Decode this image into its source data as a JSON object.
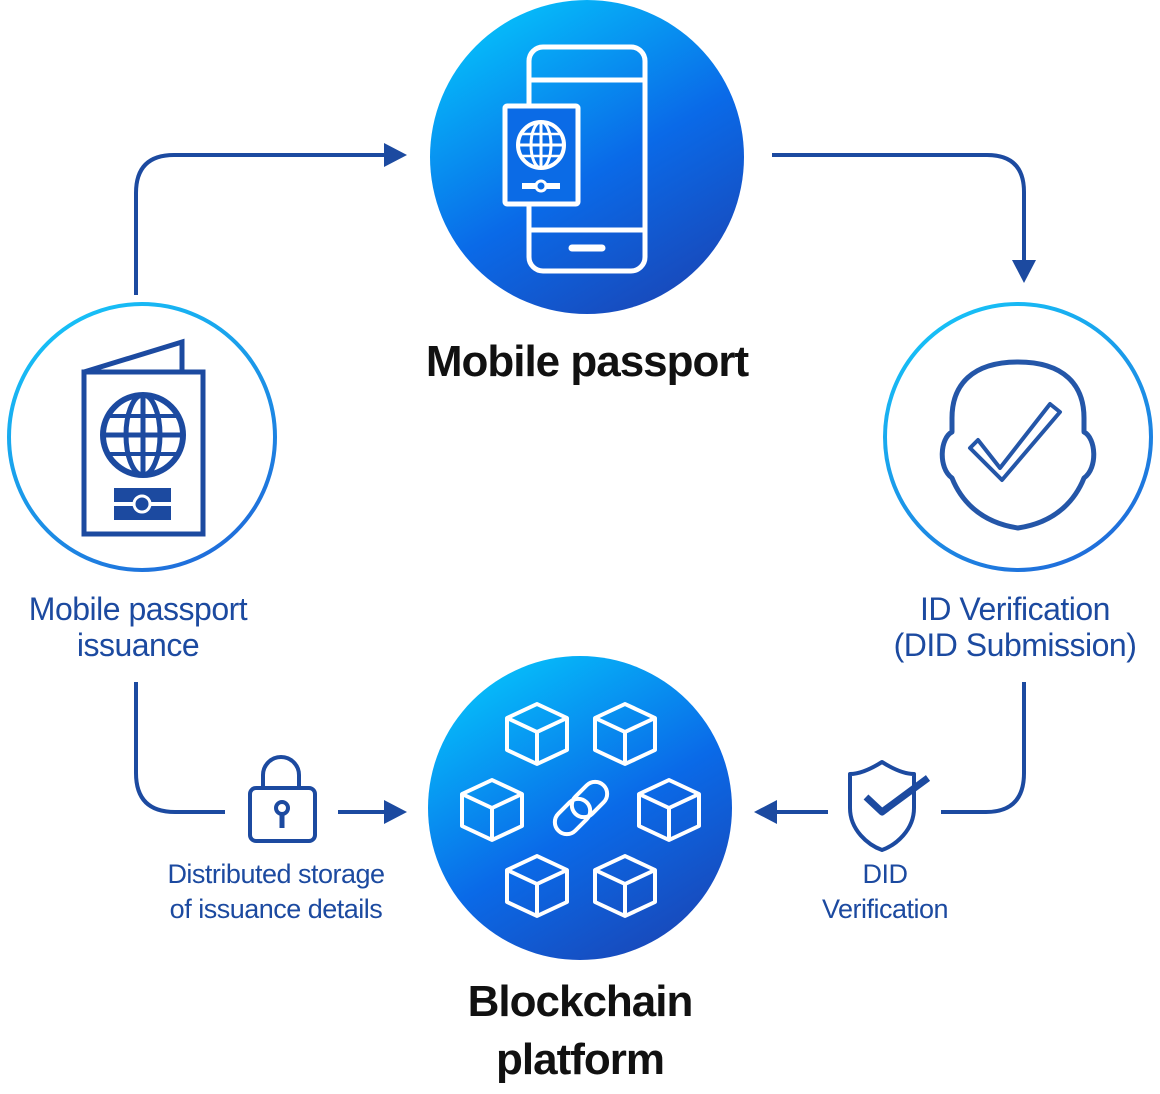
{
  "nodes": {
    "mobile_passport": {
      "label": "Mobile passport"
    },
    "issuance": {
      "label_lines": [
        "Mobile passport",
        "issuance"
      ]
    },
    "id_verification": {
      "label_lines": [
        "ID  Verification",
        "(DID Submission)"
      ]
    },
    "blockchain": {
      "label_lines": [
        "Blockchain",
        "platform"
      ]
    }
  },
  "edges": {
    "storage": {
      "label_lines": [
        "Distributed storage",
        "of  issuance details"
      ]
    },
    "did_verification": {
      "label_lines": [
        "DID",
        "Verification"
      ]
    }
  },
  "colors": {
    "primary_dark": "#1c4aa0",
    "gradient_light": "#05c3fb",
    "gradient_mid": "#0a6ae8",
    "gradient_dark": "#1a46b6",
    "ring": "#1f9bf0"
  },
  "icons": [
    "phone-passport-icon",
    "passport-book-icon",
    "face-check-icon",
    "blockchain-cubes-icon",
    "lock-icon",
    "shield-check-icon"
  ]
}
